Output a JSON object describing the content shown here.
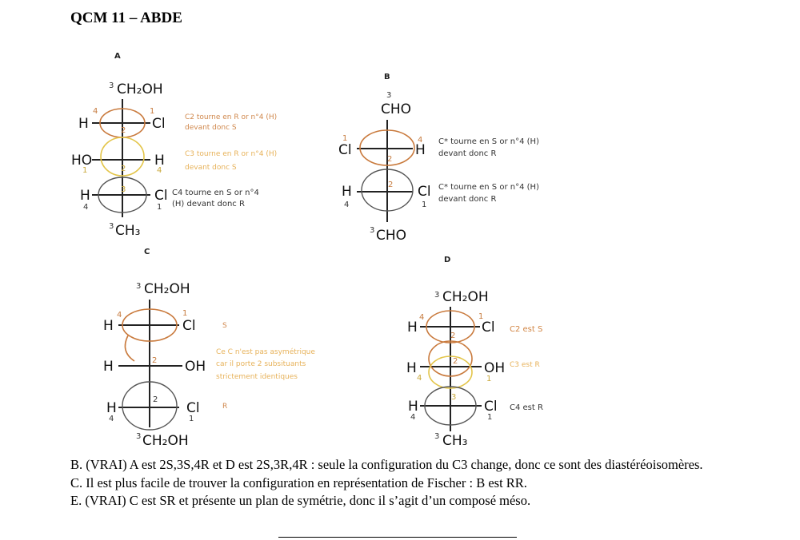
{
  "title": "QCM 11 – ABDE",
  "molA": {
    "letter": "A",
    "top": "CH₂OH",
    "top_num": "3",
    "r1_left": "H",
    "r1_right": "Cl",
    "r1_left_num": "4",
    "r1_right_num": "1",
    "r1_center_num": "2",
    "r2_left": "HO",
    "r2_right": "H",
    "r2_left_num": "1",
    "r2_right_num": "4",
    "r2_center_num": "2",
    "r3_left": "H",
    "r3_right": "Cl",
    "r3_left_num": "4",
    "r3_right_num": "1",
    "r3_center_num": "3",
    "bottom": "CH₃",
    "bottom_num": "3",
    "note1": [
      "C2 tourne en R or n°4 (H)",
      "devant donc S"
    ],
    "note2": [
      "C3 tourne en R or n°4 (H)",
      "devant donc S"
    ],
    "note3": [
      "C4 tourne en S or n°4",
      "(H) devant donc R"
    ]
  },
  "molB": {
    "letter": "B",
    "top": "CHO",
    "top_num": "3",
    "r1_left": "Cl",
    "r1_right": "H",
    "r1_left_num": "1",
    "r1_right_num": "4",
    "r1_center_num": "2",
    "r2_left": "H",
    "r2_right": "Cl",
    "r2_left_num": "4",
    "r2_right_num": "1",
    "r2_center_num": "2",
    "bottom": "CHO",
    "bottom_num": "3",
    "note1": [
      "C* tourne en S or n°4 (H)",
      "devant donc R"
    ],
    "note2": [
      "C* tourne en S or n°4 (H)",
      "devant donc R"
    ]
  },
  "molC": {
    "letter": "C",
    "top": "CH₂OH",
    "top_num": "3",
    "r1_left": "H",
    "r1_right": "Cl",
    "r1_left_num": "4",
    "r1_right_num": "1",
    "r2_left": "H",
    "r2_right": "OH",
    "r2_center_num": "2",
    "r3_left": "H",
    "r3_right": "Cl",
    "r3_left_num": "4",
    "r3_right_num": "1",
    "r3_center_num": "2",
    "bottom": "CH₂OH",
    "bottom_num": "3",
    "note1": "S",
    "note2": [
      "Ce C n'est pas asymétrique",
      "car il porte 2 subsituants",
      "strictement identiques"
    ],
    "note3": "R"
  },
  "molD": {
    "letter": "D",
    "top": "CH₂OH",
    "top_num": "3",
    "r1_left": "H",
    "r1_right": "Cl",
    "r1_left_num": "4",
    "r1_right_num": "1",
    "r1_center_num": "2",
    "r2_left": "H",
    "r2_right": "OH",
    "r2_left_num": "4",
    "r2_right_num": "1",
    "r2_center_num": "2",
    "r3_left": "H",
    "r3_right": "Cl",
    "r3_left_num": "4",
    "r3_right_num": "1",
    "r3_center_num": "3",
    "bottom": "CH₃",
    "bottom_num": "3",
    "note1": "C2 est S",
    "note2": "C3 est R",
    "note3": "C4 est R"
  },
  "answers": [
    "B. (VRAI) A est 2S,3S,4R et D est 2S,3R,4R : seule la configuration du C3 change, donc ce sont des diastéréoisomères.",
    "C. Il est plus facile de trouver la configuration en représentation de Fischer : B est RR.",
    "E. (VRAI) C est SR et présente un plan de symétrie, donc il s’agit d’un composé méso."
  ]
}
